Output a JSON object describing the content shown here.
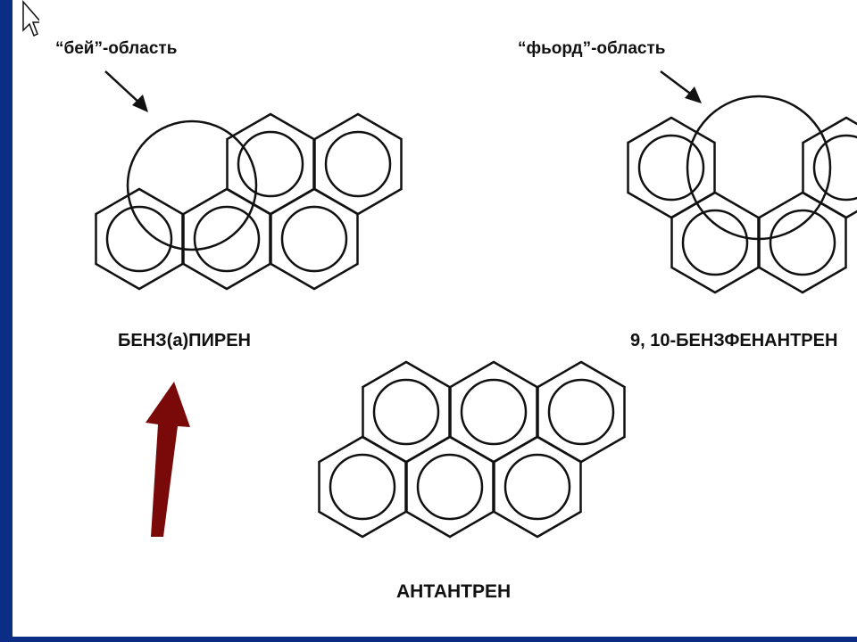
{
  "labels": {
    "bay_region": "“бей”-область",
    "fjord_region": "“фьорд”-область",
    "benzopyrene": "БЕНЗ(а)ПИРЕН",
    "benzophenanthrene": "9, 10-БЕНЗФЕНАНТРЕН",
    "anthanthrene": "АНТАНТРЕН"
  },
  "colors": {
    "frame": "#0b2d86",
    "slide": "#ffffff",
    "line": "#111111",
    "pointer_arrow": "#7a0a0a"
  },
  "icons": {
    "cursor": "mouse-pointer-icon"
  }
}
